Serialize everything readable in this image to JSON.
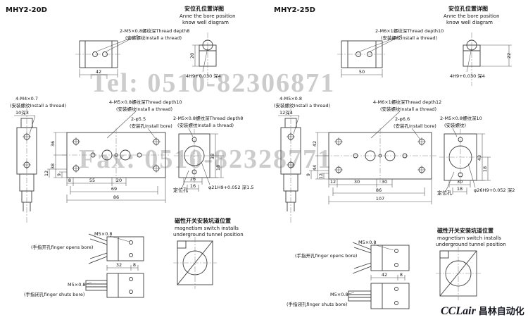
{
  "watermark": {
    "tel": "Tel: 0510-82306871",
    "fax": "Fax: 0510-82328771"
  },
  "brand": {
    "latin": "CCLair",
    "cn": "昌林自动化"
  },
  "left": {
    "model": "MHY2-20D",
    "detail": {
      "title_cn": "安位孔位置详图",
      "title_en1": "Anne the bore position",
      "title_en2": "know well diagram",
      "bore_note": "4H9+0.030 深4",
      "side_dim": "20"
    },
    "top": {
      "thread_note": "2-M5×0.8螺纹深Thread depth8",
      "install_note": "(安装螺纹Install a thread)",
      "width_dim": "42"
    },
    "side": {
      "thread_note": "4-M4×0.7",
      "install_note": "(安装螺纹Install a thread)",
      "depth_note": "10深3"
    },
    "main": {
      "thread_note": "4-M5×0.8螺纹深Thread depth10",
      "install_note": "(安装螺纹Install a thread)",
      "bore_note": "2-φ5.5",
      "bore_install_note": "(安装孔Install bore)",
      "port_note": "2-M5×0.8螺纹深Thread depth8",
      "port_install_note": "(安装螺纹Install a thread)",
      "dim_v_top": "36",
      "dim_v_bottom": "38",
      "dim_v_small": "9",
      "dim_v_small2": "12",
      "dim_row1a": "8",
      "dim_row1b": "55",
      "dim_row1c": "20",
      "dim_row2": "69",
      "dim_row3": "86"
    },
    "endview": {
      "dim_height": "38",
      "dim_side": "18",
      "dim_b1": "26",
      "dim_b2": "16",
      "pos_note": "φ21H9+0.052 深1.5",
      "pos_label": "定位孔"
    },
    "magnet": {
      "title_cn": "磁性开关安装坑道位置",
      "title_en1": "magnetism switch installs",
      "title_en2": "underground tunnel position"
    },
    "fingers": {
      "open_thread": "M5×0.8",
      "open_note": "(手指开孔finger opens bore)",
      "shut_thread": "M5×0.8",
      "shut_note": "(手指闭孔finger shuts bore)",
      "dim_a": "32",
      "dim_b": "8"
    }
  },
  "right": {
    "model": "MHY2-25D",
    "detail": {
      "title_cn": "安位孔位置详图",
      "title_en1": "Anne the bore position",
      "title_en2": "know well diagram",
      "bore_note": "4H9+0.030 深4",
      "side_dim": "22"
    },
    "top": {
      "thread_note": "2-M6×1螺纹深Thread depth10",
      "install_note": "(安装螺纹Install a thread)",
      "width_dim": "50"
    },
    "side": {
      "thread_note": "4-M5×0.8",
      "install_note": "(安装螺纹Install a thread)",
      "depth_note": "12深4"
    },
    "main": {
      "thread_note": "4-M6×1螺纹深Thread depth12",
      "install_note": "(安装螺纹Install a thread)",
      "bore_note": "2-φ6.6",
      "bore_install_note": "(安装孔Install bore)",
      "port_note": "2-M5×0.8螺纹深10",
      "port_install_note": "(安装螺纹)",
      "dim_v_top": "42",
      "dim_v_bottom": "44",
      "dim_v_small": "12",
      "dim_v_small2": "9",
      "dim_row1a": "12",
      "dim_row1b": "30",
      "dim_row1c": "30",
      "dim_row2": "86",
      "dim_row3": "107"
    },
    "endview": {
      "dim_height": "43",
      "dim_side": "18",
      "dim_b1": "30",
      "dim_b2": "18",
      "pos_note": "φ26H9+0.052 深2",
      "pos_label": "定位孔"
    },
    "magnet": {
      "title_cn": "磁性开关安装坑道位置",
      "title_en1": "magnetism switch installs",
      "title_en2": "underground tunnel position"
    },
    "fingers": {
      "open_thread": "M5×0.8",
      "open_note": "(手指开孔finger opens bore)",
      "shut_thread": "M5×0.8",
      "shut_note": "(手指闭孔finger shuts bore)",
      "dim_a": "42",
      "dim_b": "8"
    }
  }
}
